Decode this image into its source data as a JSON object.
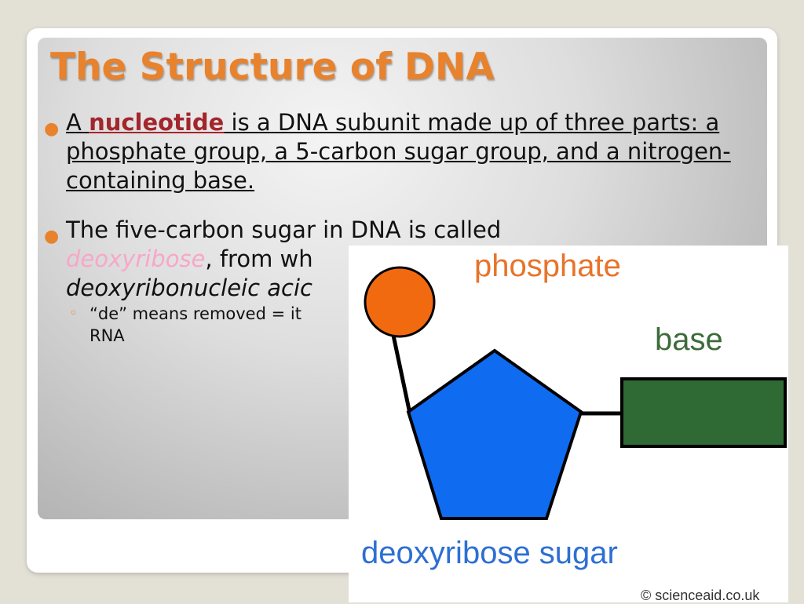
{
  "slide": {
    "title": "The Structure of DNA",
    "bullet1": {
      "prefix": "A ",
      "keyword": "nucleotide",
      "text": " is a DNA subunit made up of three parts: a phosphate group, a 5-carbon sugar group, and a nitrogen-containing base."
    },
    "bullet2": {
      "prefix": "The five-carbon sugar in DNA is called ",
      "keyword": "deoxyribose",
      "middle": ", from wh",
      "italic_tail": "deoxyribonucleic acic"
    },
    "subbullet": {
      "text": "“de” means removed = it",
      "line2": "RNA"
    }
  },
  "diagram": {
    "labels": {
      "phosphate": "phosphate",
      "base": "base",
      "sugar": "deoxyribose sugar",
      "credit": "© scienceaid.co.uk"
    },
    "colors": {
      "phosphate": "#f26a10",
      "sugar": "#0f6cf0",
      "base": "#2f6a34",
      "phosphate_label": "#e8732a",
      "base_label": "#3e6b3c",
      "sugar_label": "#2d6fd3"
    }
  },
  "theme": {
    "title_color": "#e8822c",
    "keyword_color": "#a3262c",
    "pink_italic": "#f7a7c8",
    "bullet_color": "#e8822c"
  }
}
